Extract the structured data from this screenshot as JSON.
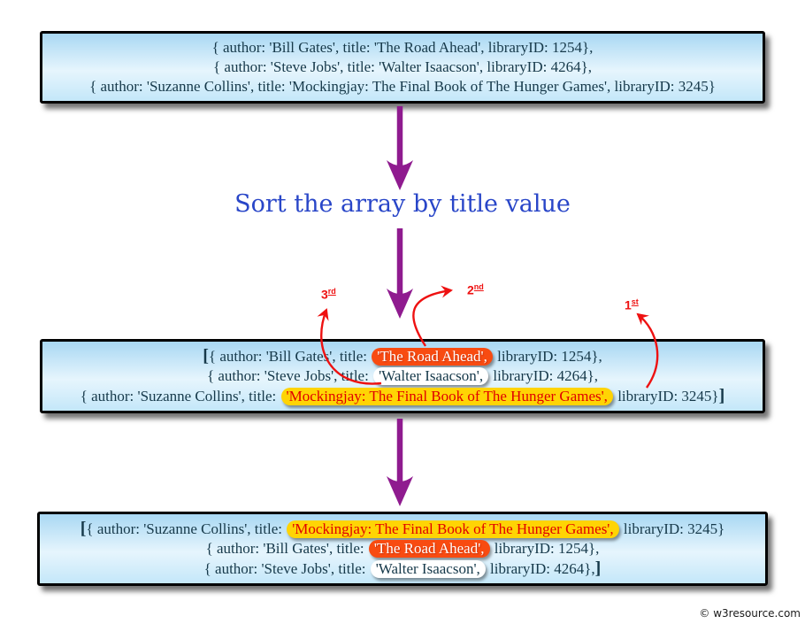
{
  "heading": {
    "text": "Sort the array by title value"
  },
  "watermark": "© w3resource.com",
  "order_labels": [
    {
      "number": "1",
      "suffix": "st"
    },
    {
      "number": "2",
      "suffix": "nd"
    },
    {
      "number": "3",
      "suffix": "rd"
    }
  ],
  "palette": {
    "box_border": "#000000",
    "box_fill_top": "#a9d8f3",
    "box_fill_bottom": "#c4e7f9",
    "code_text": "#16394a",
    "heading_blue": "#2946c8",
    "arrow_purple": "#8f1b8f",
    "arrow_red": "#ee1111",
    "highlight_orange_bg": "#f84b11",
    "highlight_orange_text": "#ffffff",
    "highlight_yellow_bg": "#ffd404",
    "highlight_yellow_text": "#e00000",
    "highlight_white_bg": "#ffffff"
  },
  "boxes": [
    {
      "name": "original-array",
      "lines": [
        [
          {
            "t": "{ author: 'Bill Gates', title: 'The Road Ahead', libraryID: 1254},",
            "s": "plain"
          }
        ],
        [
          {
            "t": "{ author: 'Steve Jobs', title: 'Walter Isaacson', libraryID: 4264},",
            "s": "plain"
          }
        ],
        [
          {
            "t": "{ author: 'Suzanne Collins', title: 'Mockingjay: The Final Book of The Hunger Games', libraryID: 3245}",
            "s": "plain"
          }
        ]
      ]
    },
    {
      "name": "array-with-sort-order",
      "lines": [
        [
          {
            "t": "[",
            "s": "bracket"
          },
          {
            "t": "{ author: 'Bill Gates', title: ",
            "s": "plain"
          },
          {
            "t": "'The Road Ahead',",
            "s": "orange"
          },
          {
            "t": " libraryID: 1254},",
            "s": "plain"
          }
        ],
        [
          {
            "t": "{ author: 'Steve Jobs', title: ",
            "s": "plain"
          },
          {
            "t": "'Walter Isaacson',",
            "s": "white"
          },
          {
            "t": " libraryID: 4264},",
            "s": "plain"
          }
        ],
        [
          {
            "t": "{ author: 'Suzanne Collins', title: ",
            "s": "plain"
          },
          {
            "t": "'Mockingjay: The Final Book of The Hunger Games',",
            "s": "yellow"
          },
          {
            "t": " libraryID: 3245}",
            "s": "plain"
          },
          {
            "t": "]",
            "s": "bracket"
          }
        ]
      ]
    },
    {
      "name": "sorted-array",
      "lines": [
        [
          {
            "t": "[",
            "s": "bracket"
          },
          {
            "t": "{ author: 'Suzanne Collins', title: ",
            "s": "plain"
          },
          {
            "t": "'Mockingjay: The Final Book of The Hunger Games',",
            "s": "yellow"
          },
          {
            "t": " libraryID: 3245}",
            "s": "plain"
          }
        ],
        [
          {
            "t": "{ author: 'Bill Gates', title: ",
            "s": "plain"
          },
          {
            "t": "'The Road Ahead',",
            "s": "orange"
          },
          {
            "t": " libraryID: 1254},",
            "s": "plain"
          }
        ],
        [
          {
            "t": "{ author: 'Steve Jobs', title: ",
            "s": "plain"
          },
          {
            "t": "'Walter Isaacson',",
            "s": "white"
          },
          {
            "t": " libraryID: 4264},",
            "s": "plain"
          },
          {
            "t": "]",
            "s": "bracket"
          }
        ]
      ]
    }
  ]
}
